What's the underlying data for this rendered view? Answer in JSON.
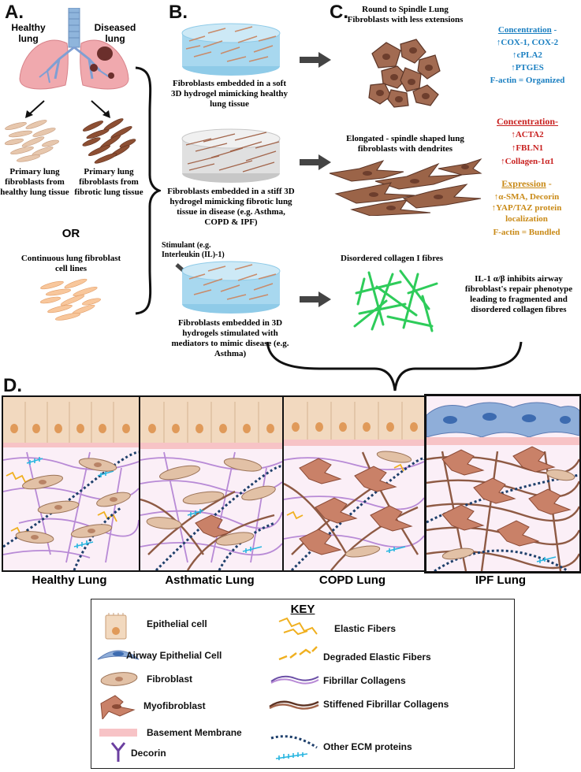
{
  "panels": {
    "a": "A.",
    "b": "B.",
    "c": "C.",
    "d": "D."
  },
  "panel_a": {
    "healthy_lung": "Healthy lung",
    "diseased_lung": "Diseased lung",
    "primary_healthy": "Primary lung fibroblasts from healthy lung tissue",
    "primary_fibrotic": "Primary lung fibroblasts from fibrotic lung tissue",
    "or": "OR",
    "cell_lines": "Continuous lung fibroblast cell lines"
  },
  "panel_b": {
    "soft": "Fibroblasts embedded in a soft 3D hydrogel mimicking healthy lung tissue",
    "stiff": "Fibroblasts embedded in a stiff 3D hydrogel mimicking fibrotic lung tissue in disease  (e.g. Asthma, COPD & IPF)",
    "stimulant": "Stimulant (e.g. Interleukin (IL)-1)",
    "stimulated": "Fibroblasts embedded in 3D hydrogels stimulated with mediators to mimic disease (e.g. Asthma)"
  },
  "panel_c": {
    "round_title": "Round to Spindle Lung Fibroblasts with less extensions",
    "conc_blue_head": "Concentration",
    "conc_blue_items": [
      "COX-1, COX-2",
      "cPLA2",
      "PTGES"
    ],
    "factin_blue": "F-actin = Organized",
    "elongated_title": "Elongated - spindle shaped lung fibroblasts with dendrites",
    "conc_red_head": "Concentration-",
    "conc_red_items": [
      "ACTA2",
      "FBLN1",
      "Collagen-1α1"
    ],
    "expr_head": "Expression",
    "expr_items": [
      "α-SMA, Decorin",
      "YAP/TAZ protein localization"
    ],
    "factin_gold": "F-actin = Bundled",
    "collagen_title": "Disordered collagen I fibres",
    "il1_text": "IL-1 α/β inhibits airway fibroblast's repair phenotype leading to fragmented and disordered collagen fibres"
  },
  "panel_d": {
    "labels": [
      "Healthy Lung",
      "Asthmatic Lung",
      "COPD Lung",
      "IPF Lung"
    ]
  },
  "key": {
    "title": "KEY",
    "left": [
      "Epithelial cell",
      "Airway Epithelial Cell",
      "Fibroblast",
      "Myofibroblast",
      "Basement Membrane",
      "Decorin"
    ],
    "right": [
      "Elastic Fibers",
      "Degraded Elastic Fibers",
      "Fibrillar Collagens",
      "Stiffened Fibrillar Collagens",
      "Other ECM proteins"
    ]
  },
  "colors": {
    "blue": "#1a7fc1",
    "red": "#c8201f",
    "gold": "#c98a17",
    "fibroblast": "#e2c1a6",
    "myofibroblast": "#c98168",
    "membrane": "#f7c3c6",
    "epithelial": "#f2d9bf",
    "collagen_green": "#2ecc5a",
    "hydrogel": "#a8d8ef"
  }
}
